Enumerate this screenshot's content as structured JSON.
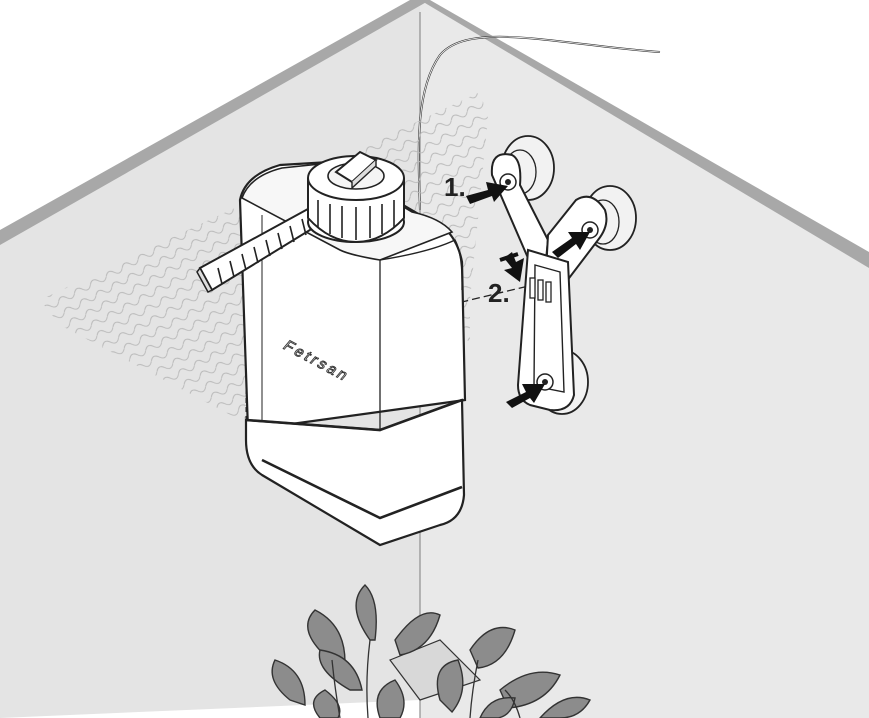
{
  "diagram": {
    "steps": [
      {
        "label": "1."
      },
      {
        "label": "2."
      }
    ],
    "device": {
      "brand_label": "Fetrsan"
    },
    "colors": {
      "glass": "#e6e6e6",
      "glass_edge": "#9a9a9a",
      "outline": "#222222",
      "plant_leaf": "#8a8a8a",
      "plant_outline": "#333333",
      "arrow": "#111111"
    },
    "icons": [
      "suction-cup-icon",
      "push-arrow-icon",
      "plant-icon",
      "mist-wave-icon"
    ]
  }
}
